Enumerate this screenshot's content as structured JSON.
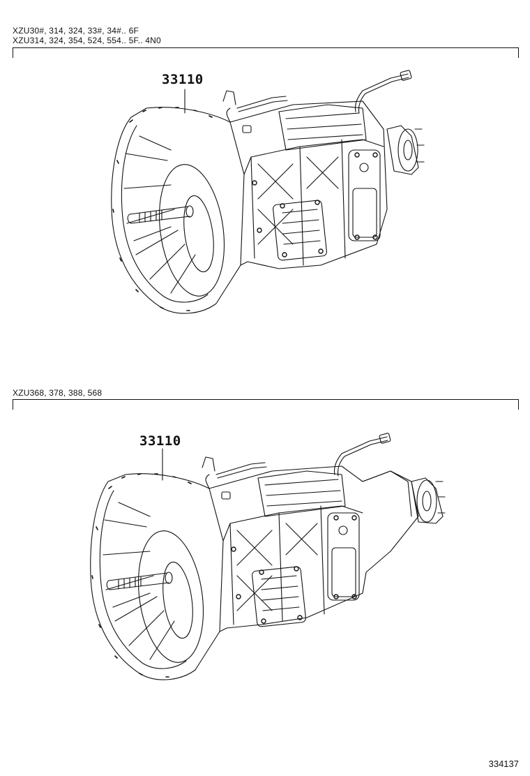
{
  "sections": [
    {
      "applicability_lines": [
        "XZU30#, 314, 324, 33#, 34#.. 6F",
        "XZU314, 324, 354, 524, 554.. 5F.. 4N0"
      ],
      "part_number": "33110"
    },
    {
      "applicability_lines": [
        "XZU368, 378, 388, 568"
      ],
      "part_number": "33110"
    }
  ],
  "document_number": "334137"
}
